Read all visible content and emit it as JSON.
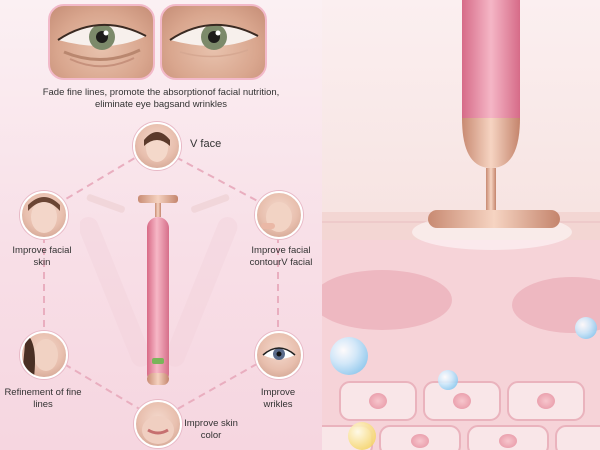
{
  "caption": "Fade fine lines, promote the absorptionof facial nutrition, eliminate eye bagsand wrinkles",
  "features": {
    "v_face": "V face",
    "improve_facial_skin": "Improve facial skin",
    "improve_facial_contour": "Improve facial contourV facial",
    "refinement_fine_lines": "Refinement of fine lines",
    "improve_wrinkles": "Improve wrikles",
    "improve_skin_color": "Improve skin color"
  },
  "icons": {
    "before_eye": "eye-bags-before-icon",
    "after_eye": "eye-bags-after-icon",
    "device": "beauty-bar-icon",
    "skin": "skin-layers-icon"
  },
  "colors": {
    "accent": "#e7a6b7",
    "device_pink": "#e98da5",
    "gold": "#e6b39a",
    "bubble_blue": "#bfe3f7"
  }
}
